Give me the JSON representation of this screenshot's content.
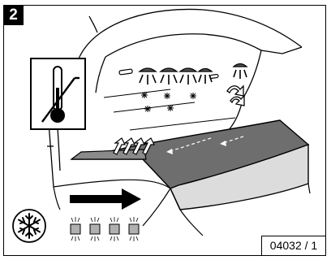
{
  "step_number": "2",
  "figure_code": "04032 / 1",
  "icons": {
    "thermostat": "thermometer-with-diagonal-line-icon",
    "cooling": "snowflake-icon",
    "airflow_arrow": "right-arrow-icon",
    "status_lamps": "lamp-indicator-icon"
  },
  "lamp_count": 4
}
